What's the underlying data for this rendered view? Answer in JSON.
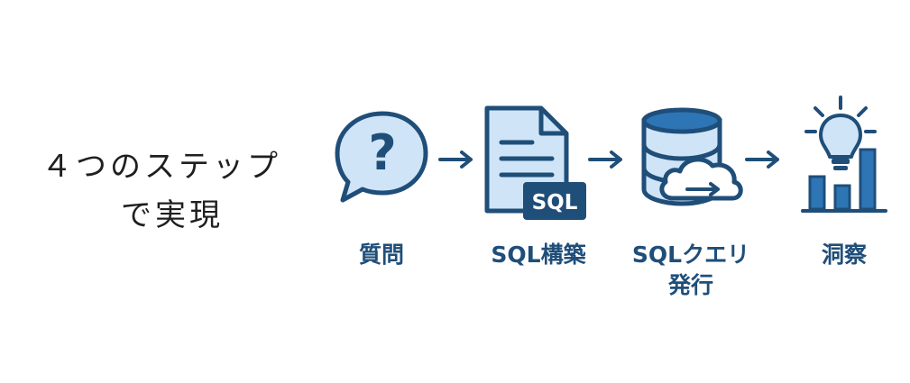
{
  "title": {
    "line1": "４つのステップ",
    "line2": "で実現"
  },
  "steps": [
    {
      "label": "質問",
      "icon": "question-bubble-icon"
    },
    {
      "label": "SQL構築",
      "icon": "sql-document-icon"
    },
    {
      "label": "SQLクエリ",
      "label2": "発行",
      "icon": "database-cloud-icon"
    },
    {
      "label": "洞察",
      "icon": "lightbulb-chart-icon"
    }
  ],
  "badge": {
    "text": "SQL"
  },
  "question_mark": "?",
  "colors": {
    "primary": "#1f4e79",
    "fill_light": "#cfe4f7",
    "accent": "#2e75b6"
  }
}
